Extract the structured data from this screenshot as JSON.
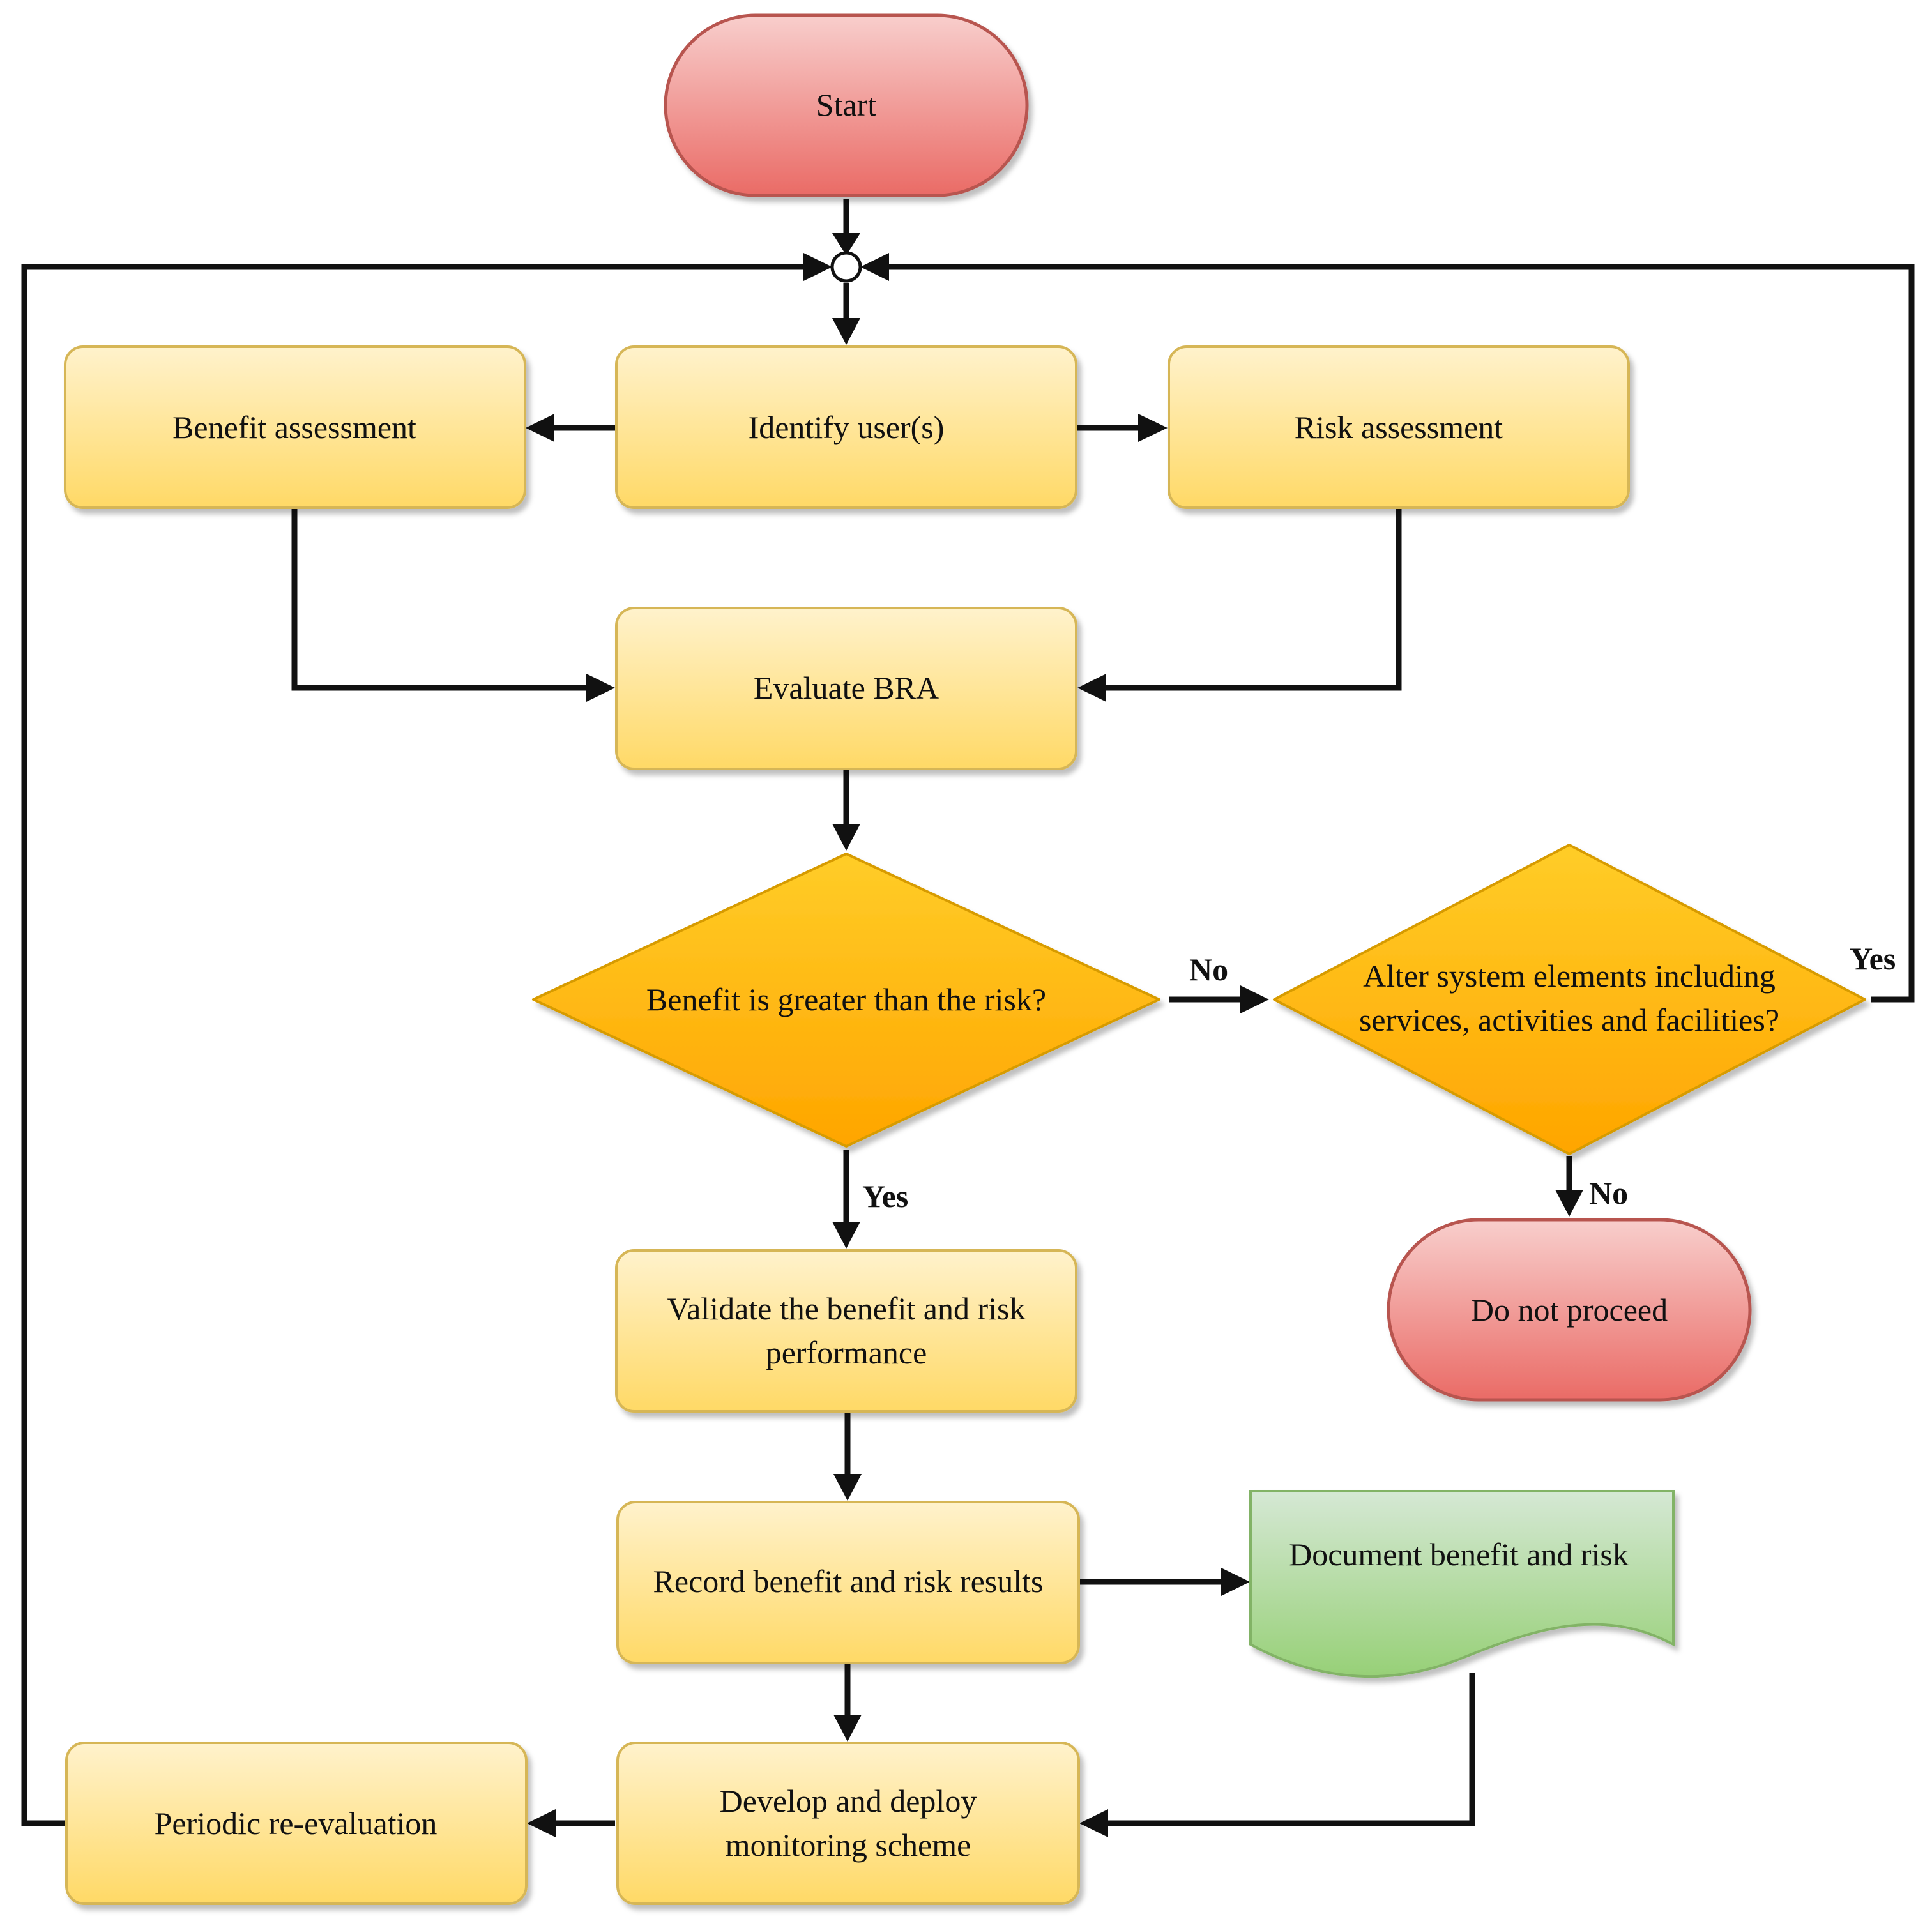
{
  "nodes": {
    "start": "Start",
    "identify_users": "Identify user(s)",
    "benefit_assessment": "Benefit assessment",
    "risk_assessment": "Risk assessment",
    "evaluate_bra": "Evaluate BRA",
    "decision_benefit": "Benefit is greater than the risk?",
    "decision_alter_line1": "Alter system elements including",
    "decision_alter_line2": "services, activities and facilities?",
    "do_not_proceed": "Do not proceed",
    "validate_line1": "Validate the benefit and risk",
    "validate_line2": "performance",
    "record_results": "Record benefit and risk results",
    "document": "Document benefit and risk",
    "develop_line1": "Develop and deploy",
    "develop_line2": "monitoring scheme",
    "periodic": "Periodic re-evaluation"
  },
  "edge_labels": {
    "benefit_no": "No",
    "benefit_yes": "Yes",
    "alter_yes": "Yes",
    "alter_no": "No"
  },
  "colors": {
    "process_top": "#fff2cc",
    "process_bottom": "#ffd966",
    "process_border": "#d6b656",
    "terminal_top": "#f8cecc",
    "terminal_bottom": "#ea6b66",
    "terminal_border": "#b85450",
    "decision_top": "#ffcd28",
    "decision_bottom": "#ffa500",
    "decision_border": "#d79b00",
    "document_top": "#d5e8d4",
    "document_bottom": "#97d077",
    "document_border": "#82b366",
    "connector": "#111111"
  }
}
